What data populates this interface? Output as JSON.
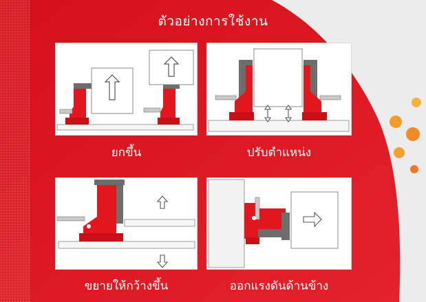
{
  "title": "ตัวอย่างการใช้งาน",
  "captions": {
    "lift": "ยกขึ้น",
    "adjust": "ปรับตำแหน่ง",
    "widen": "ขยายให้กว้างขึ้น",
    "push": "ออกแรงดันด้านข้าง"
  },
  "colors": {
    "background_red": "#e0161f",
    "panel": "#ffffff",
    "jack_red": "#e2161d",
    "jack_grey": "#6d6d6d",
    "accent_orange": "#f4a12b"
  },
  "icons": [
    "arrow-up-icon",
    "arrow-down-icon",
    "arrow-right-icon",
    "double-arrow-icon"
  ]
}
